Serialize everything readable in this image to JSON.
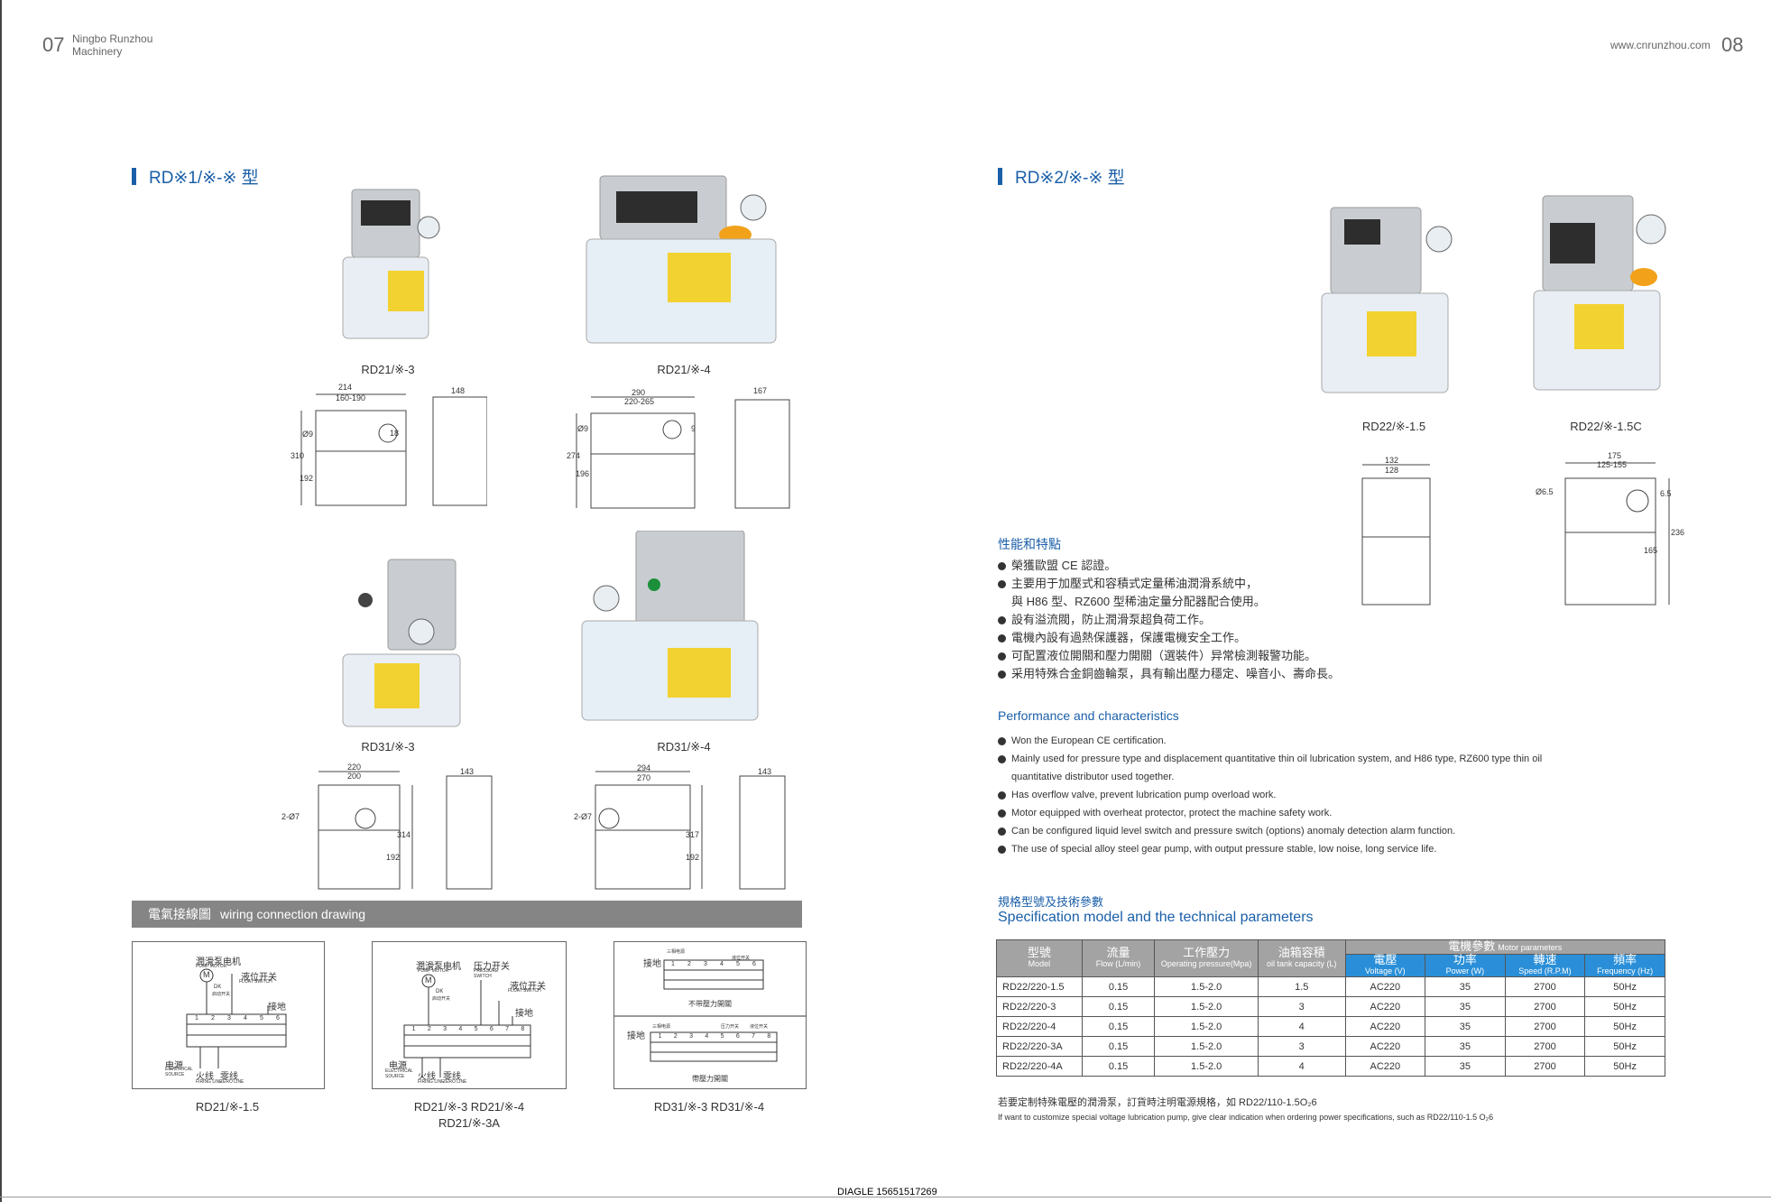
{
  "header": {
    "left_page": "07",
    "company_line1": "Ningbo Runzhou",
    "company_line2": "Machinery",
    "right_url": "www.cnrunzhou.com",
    "right_page": "08"
  },
  "left_section": {
    "title": "RD※1/※-※ 型",
    "products": [
      {
        "caption": "RD21/※-3",
        "dims": [
          "214",
          "160-190",
          "148",
          "Ø9",
          "310",
          "192",
          "18"
        ]
      },
      {
        "caption": "RD21/※-4",
        "dims": [
          "290",
          "220-265",
          "167",
          "Ø9",
          "274",
          "196",
          "9"
        ]
      },
      {
        "caption": "RD31/※-3",
        "dims": [
          "220",
          "200",
          "143",
          "2-Ø7",
          "314",
          "192"
        ]
      },
      {
        "caption": "RD31/※-4",
        "dims": [
          "294",
          "270",
          "143",
          "2-Ø7",
          "317",
          "192"
        ]
      }
    ]
  },
  "wiring": {
    "title_zh": "電氣接線圖",
    "title_en": "wiring connection drawing",
    "diagrams": [
      {
        "caption": "RD21/※-1.5",
        "caption2": "",
        "labels": {
          "pump": "潤滑泵电机",
          "pump_en": "PUMP MOTOR",
          "level": "液位开关",
          "level_en": "FLOAT SWITCH",
          "ground": "接地",
          "power": "电源",
          "power_en": "ELECTRICAL SOURCE",
          "fire": "火线",
          "zero": "零线",
          "fire_en": "FIRING LINE",
          "zero_en": "ZERO LINE",
          "m": "M",
          "dk": "DK",
          "dk_sub": "启动开关"
        },
        "terminals": [
          "1",
          "2",
          "3",
          "4",
          "5",
          "6"
        ]
      },
      {
        "caption": "RD21/※-3 RD21/※-4",
        "caption2": "RD21/※-3A",
        "labels": {
          "pump": "潤滑泵电机",
          "pump_en": "PUMP MOTOR",
          "pressure": "压力开关",
          "pressure_en": "PRESSURE SWITCH",
          "level": "液位开关",
          "level_en": "FLOAT SWITCH",
          "ground": "接地",
          "power": "电源",
          "power_en": "ELECTRICAL SOURCE",
          "fire": "火线",
          "zero": "零线",
          "fire_en": "FIRING LINE",
          "zero_en": "ZERO LINE",
          "m": "M",
          "dk": "DK",
          "dk_sub": "启动开关"
        },
        "terminals": [
          "1",
          "2",
          "3",
          "4",
          "5",
          "6",
          "7",
          "8"
        ]
      },
      {
        "caption": "RD31/※-3 RD31/※-4",
        "caption2": "",
        "labels": {
          "ground": "接地",
          "top_a": "三相电源",
          "top_b": "液位开关",
          "mid": "不带壓力開關",
          "ground2": "接地",
          "bot_a": "三相电源",
          "bot_b": "压力开关",
          "bot_c": "液位开关",
          "bottom": "帶壓力開關"
        },
        "terminals_top": [
          "1",
          "2",
          "3",
          "4",
          "5",
          "6"
        ],
        "terminals_bottom": [
          "1",
          "2",
          "3",
          "4",
          "5",
          "6",
          "7",
          "8"
        ]
      }
    ]
  },
  "right_section": {
    "title": "RD※2/※-※ 型",
    "products": [
      {
        "caption": "RD22/※-1.5",
        "dims": [
          "132",
          "128"
        ]
      },
      {
        "caption": "RD22/※-1.5C",
        "dims": [
          "175",
          "125-155",
          "Ø6.5",
          "6.5",
          "236",
          "165"
        ]
      }
    ]
  },
  "features_zh": {
    "heading": "性能和特點",
    "items": [
      "榮獲歐盟 CE 認證。",
      "主要用于加壓式和容積式定量稀油潤滑系統中，",
      "與 H86 型、RZ600 型稀油定量分配器配合使用。",
      "設有溢流閥，防止潤滑泵超負荷工作。",
      "電機內設有過熱保護器，保護電機安全工作。",
      "可配置液位開關和壓力開關（選裝件）异常檢測報警功能。",
      "采用特殊合金銅齒輪泵，具有輸出壓力穩定、噪音小、壽命長。"
    ]
  },
  "features_en": {
    "heading": "Performance and characteristics",
    "items": [
      "Won the European CE certification.",
      "Mainly used for pressure type and displacement quantitative thin oil lubrication system, and H86 type, RZ600 type thin oil",
      "quantitative distributor used together.",
      "Has overflow valve, prevent lubrication pump overload work.",
      "Motor equipped with overheat protector, protect the machine safety work.",
      "Can be configured liquid level switch and pressure switch (options) anomaly detection alarm function.",
      "The use of special alloy steel gear pump, with output pressure stable, low noise, long service life."
    ]
  },
  "spec": {
    "heading_zh": "規格型號及技術參數",
    "heading_en": "Specification model and the technical parameters",
    "motor_group_zh": "電機參數",
    "motor_group_en": "Motor parameters",
    "columns": [
      {
        "zh": "型號",
        "en": "Model"
      },
      {
        "zh": "流量",
        "en": "Flow (L/min)"
      },
      {
        "zh": "工作壓力",
        "en": "Operating pressure(Mpa)"
      },
      {
        "zh": "油箱容積",
        "en": "oil tank capacity (L)"
      },
      {
        "zh": "電壓",
        "en": "Voltage (V)"
      },
      {
        "zh": "功率",
        "en": "Power (W)"
      },
      {
        "zh": "轉速",
        "en": "Speed (R.P.M)"
      },
      {
        "zh": "頻率",
        "en": "Frequency (Hz)"
      }
    ],
    "rows": [
      [
        "RD22/220-1.5",
        "0.15",
        "1.5-2.0",
        "1.5",
        "AC220",
        "35",
        "2700",
        "50Hz"
      ],
      [
        "RD22/220-3",
        "0.15",
        "1.5-2.0",
        "3",
        "AC220",
        "35",
        "2700",
        "50Hz"
      ],
      [
        "RD22/220-4",
        "0.15",
        "1.5-2.0",
        "4",
        "AC220",
        "35",
        "2700",
        "50Hz"
      ],
      [
        "RD22/220-3A",
        "0.15",
        "1.5-2.0",
        "3",
        "AC220",
        "35",
        "2700",
        "50Hz"
      ],
      [
        "RD22/220-4A",
        "0.15",
        "1.5-2.0",
        "4",
        "AC220",
        "35",
        "2700",
        "50Hz"
      ]
    ],
    "note_zh": "若要定制特殊電壓的潤滑泵，訂貨時注明電源規格，如 RD22/110-1.5O₂6",
    "note_en": "If want to customize special voltage lubrication pump, give clear indication when ordering power specifications, such as RD22/110-1.5 O₂6"
  },
  "footer": "DIAGLE 15651517269",
  "colors": {
    "accent": "#1a5fa8",
    "table_grey": "#a3a3a3",
    "table_blue": "#2a8fd8",
    "wire_bar": "#858585"
  }
}
